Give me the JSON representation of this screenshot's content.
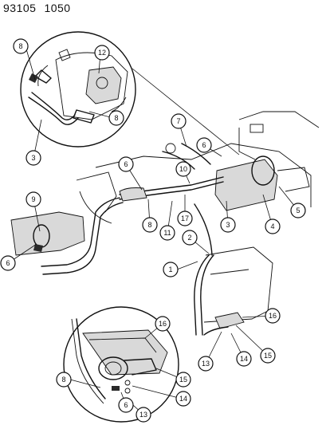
{
  "header": {
    "doc_number": "93105",
    "sheet_number": "1050"
  },
  "callouts": [
    {
      "id": "c8a",
      "label": "8"
    },
    {
      "id": "c12",
      "label": "12"
    },
    {
      "id": "c8b",
      "label": "8"
    },
    {
      "id": "c3a",
      "label": "3"
    },
    {
      "id": "c7",
      "label": "7"
    },
    {
      "id": "c6a",
      "label": "6"
    },
    {
      "id": "c6b",
      "label": "6"
    },
    {
      "id": "c10",
      "label": "10"
    },
    {
      "id": "c9",
      "label": "9"
    },
    {
      "id": "c8c",
      "label": "8"
    },
    {
      "id": "c11",
      "label": "11"
    },
    {
      "id": "c17",
      "label": "17"
    },
    {
      "id": "c3b",
      "label": "3"
    },
    {
      "id": "c4",
      "label": "4"
    },
    {
      "id": "c5",
      "label": "5"
    },
    {
      "id": "c6c",
      "label": "6"
    },
    {
      "id": "c2",
      "label": "2"
    },
    {
      "id": "c1",
      "label": "1"
    },
    {
      "id": "c16a",
      "label": "16"
    },
    {
      "id": "c16b",
      "label": "16"
    },
    {
      "id": "c15a",
      "label": "15"
    },
    {
      "id": "c14a",
      "label": "14"
    },
    {
      "id": "c13a",
      "label": "13"
    },
    {
      "id": "c15b",
      "label": "15"
    },
    {
      "id": "c8d",
      "label": "8"
    },
    {
      "id": "c14b",
      "label": "14"
    },
    {
      "id": "c6d",
      "label": "6"
    },
    {
      "id": "c13b",
      "label": "13"
    }
  ]
}
